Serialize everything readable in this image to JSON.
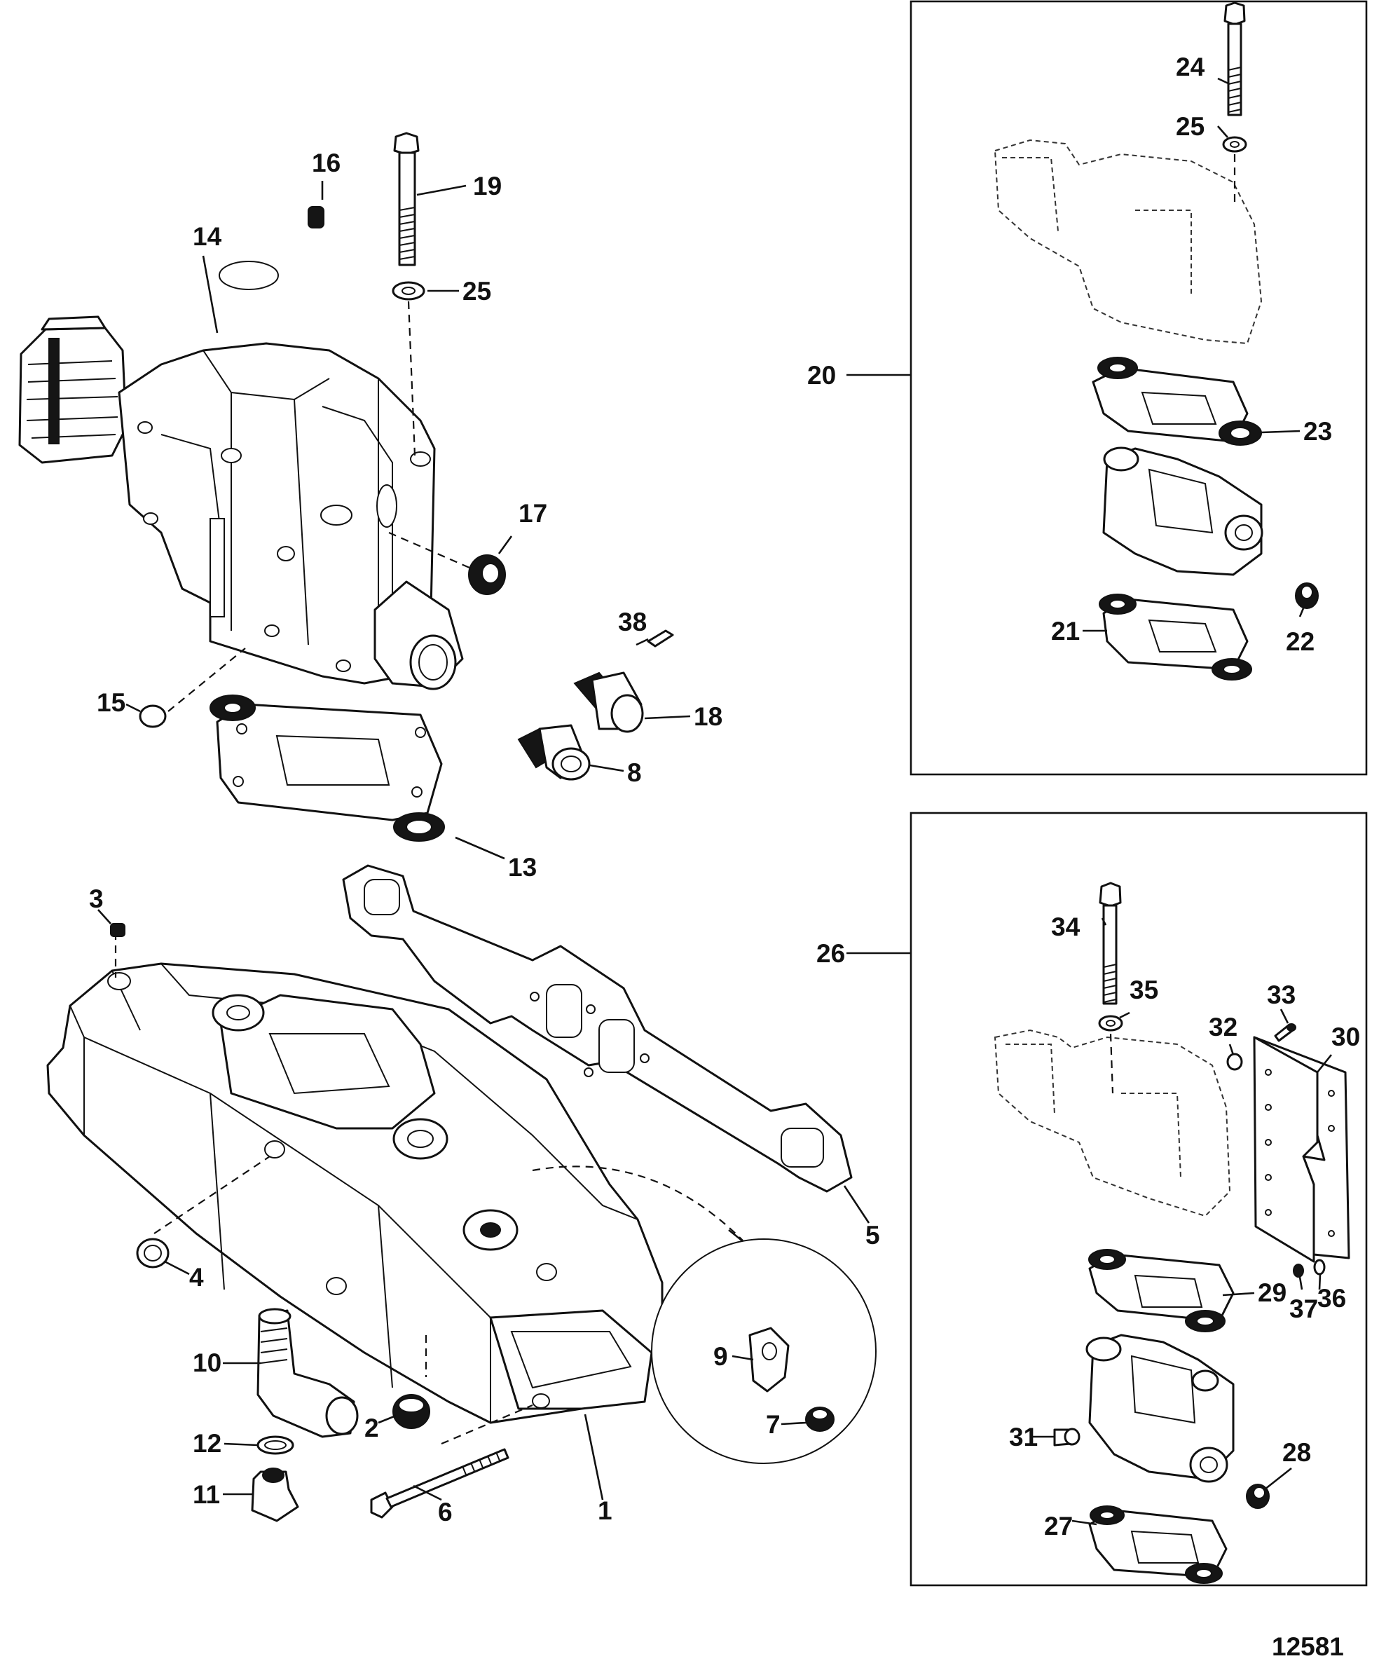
{
  "figure_id": "12581",
  "callouts": {
    "c1": "1",
    "c2": "2",
    "c3": "3",
    "c4": "4",
    "c5": "5",
    "c6": "6",
    "c7": "7",
    "c8": "8",
    "c9": "9",
    "c10": "10",
    "c11": "11",
    "c12": "12",
    "c13": "13",
    "c14": "14",
    "c15": "15",
    "c16": "16",
    "c17": "17",
    "c18": "18",
    "c19": "19",
    "c20": "20",
    "c21": "21",
    "c22": "22",
    "c23": "23",
    "c24": "24",
    "c25a": "25",
    "c25b": "25",
    "c26": "26",
    "c27": "27",
    "c28": "28",
    "c29": "29",
    "c30": "30",
    "c31": "31",
    "c32": "32",
    "c33": "33",
    "c34": "34",
    "c35": "35",
    "c36": "36",
    "c37": "37",
    "c38": "38"
  },
  "colors": {
    "ink": "#111111",
    "paper": "#ffffff"
  }
}
